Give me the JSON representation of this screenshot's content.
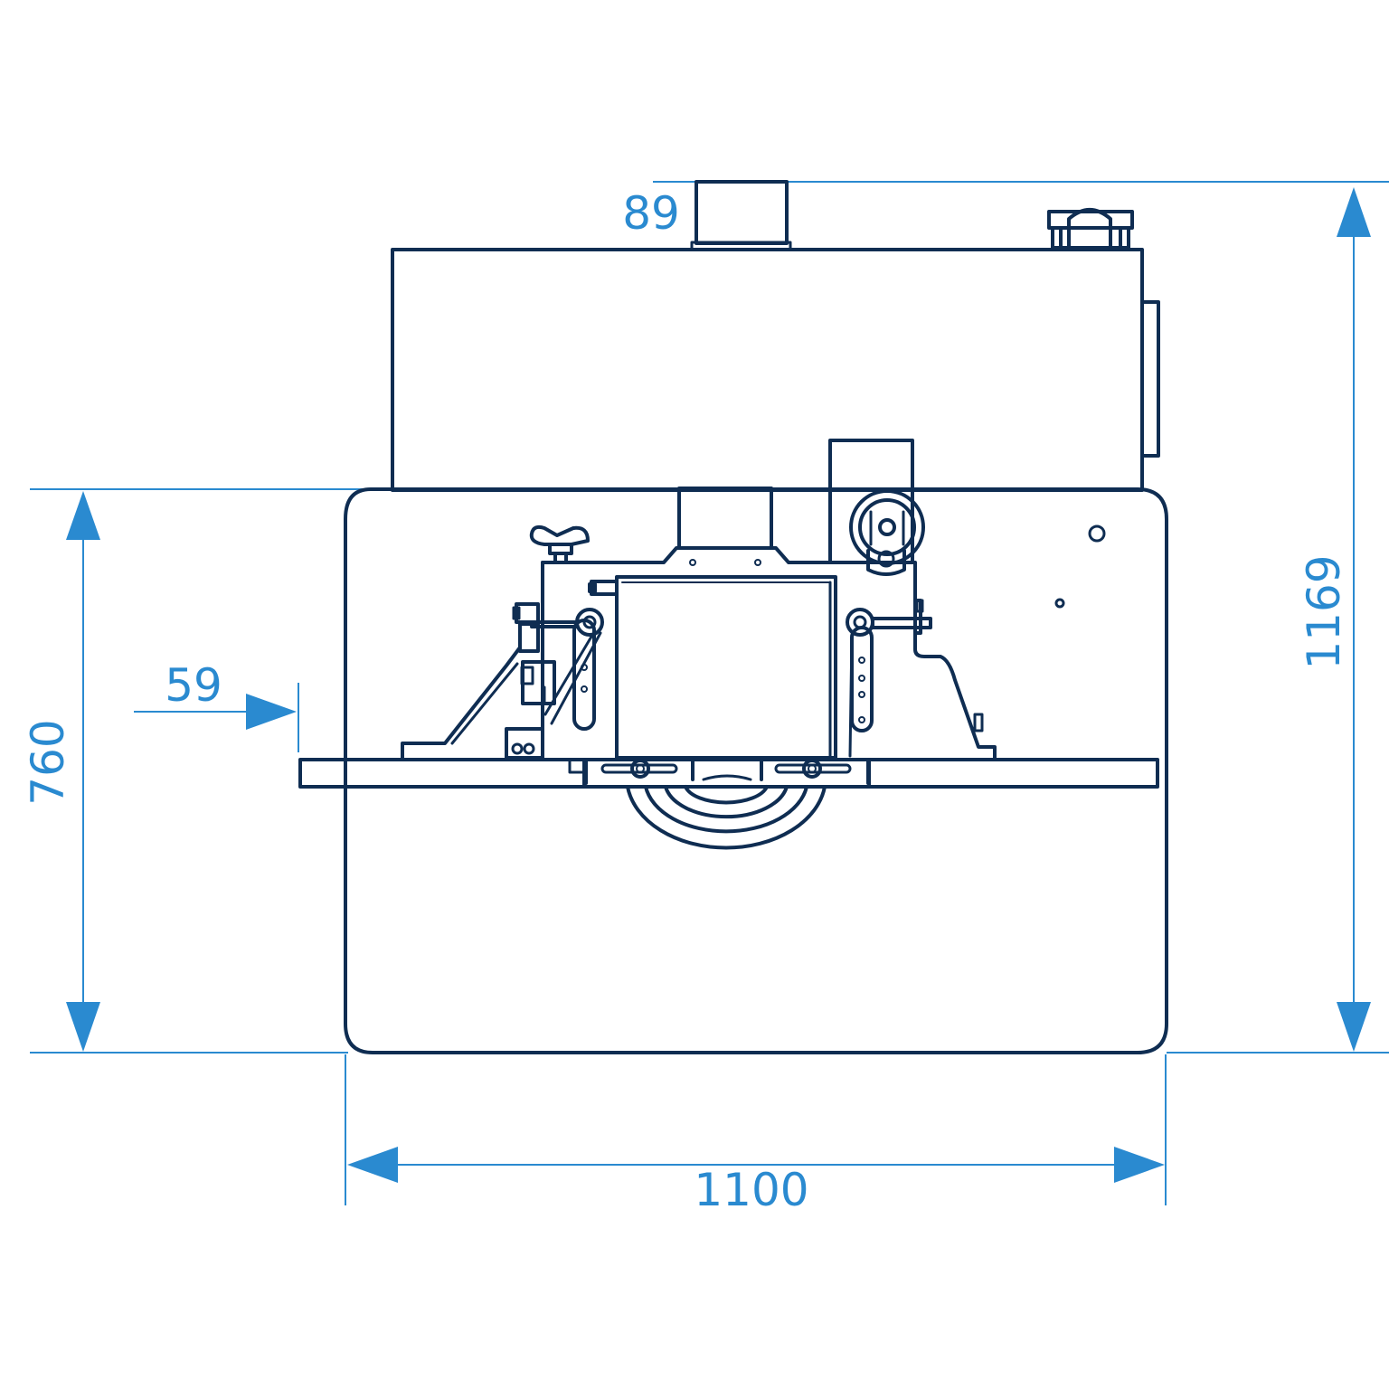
{
  "colors": {
    "outline": "#0f2d52",
    "dimension": "#2a8ad0",
    "background": "#ffffff"
  },
  "dimensions": {
    "top_pipe": "89",
    "total_height": "1169",
    "table_height": "760",
    "table_overhang": "59",
    "width": "1100"
  }
}
